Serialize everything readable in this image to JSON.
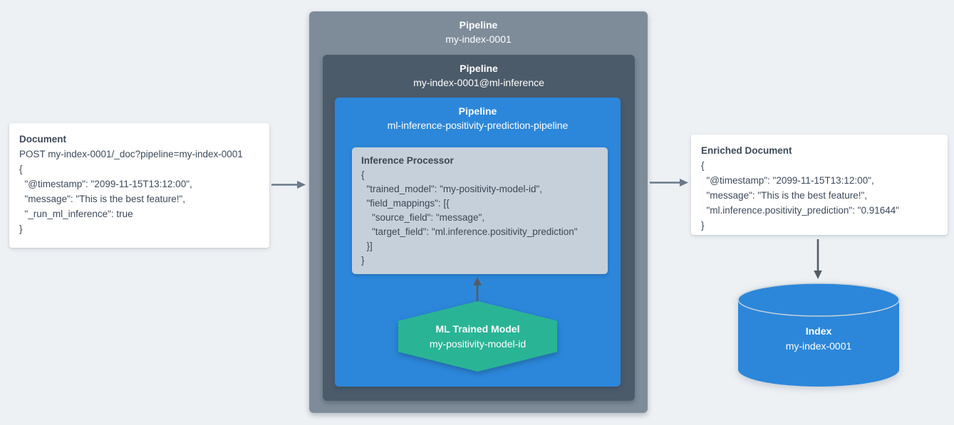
{
  "colors": {
    "background": "#edf1f4",
    "card_background": "#ffffff",
    "text_dark": "#3d4a5a",
    "text_light": "#ffffff",
    "outer_pipeline_gray": "#7e8c9a",
    "ml_inference_pipeline_slate": "#4c5b6a",
    "inference_pipeline_blue": "#2c87da",
    "processor_background": "#c5d0da",
    "trained_model_teal": "#2ab496",
    "index_cylinder_blue": "#2c87da",
    "arrow_horizontal_gray": "#6b7887",
    "arrow_vertical_gray": "#545c64"
  },
  "document_card": {
    "title": "Document",
    "lines": [
      "POST my-index-0001/_doc?pipeline=my-index-0001",
      "{",
      "  \"@timestamp\": \"2099-11-15T13:12:00\",",
      "  \"message\": \"This is the best feature!\",",
      "  \"_run_ml_inference\": true",
      "}"
    ]
  },
  "outer_pipeline": {
    "label": "Pipeline",
    "name": "my-index-0001"
  },
  "ml_inference_pipeline": {
    "label": "Pipeline",
    "name": "my-index-0001@ml-inference"
  },
  "inference_pipeline": {
    "label": "Pipeline",
    "name": "ml-inference-positivity-prediction-pipeline"
  },
  "inference_processor": {
    "title": "Inference Processor",
    "lines": [
      "{",
      "  \"trained_model\": \"my-positivity-model-id\",",
      "  \"field_mappings\": [{",
      "    \"source_field\": \"message\",",
      "    \"target_field\": \"ml.inference.positivity_prediction\"",
      "  }]",
      "}"
    ]
  },
  "ml_trained_model": {
    "title": "ML Trained Model",
    "name": "my-positivity-model-id"
  },
  "enriched_document_card": {
    "title": "Enriched Document",
    "lines": [
      "{",
      "  \"@timestamp\": \"2099-11-15T13:12:00\",",
      "  \"message\": \"This is the best feature!\",",
      "  \"ml.inference.positivity_prediction\": \"0.91644\"",
      "}"
    ]
  },
  "index_cylinder": {
    "title": "Index",
    "name": "my-index-0001"
  }
}
